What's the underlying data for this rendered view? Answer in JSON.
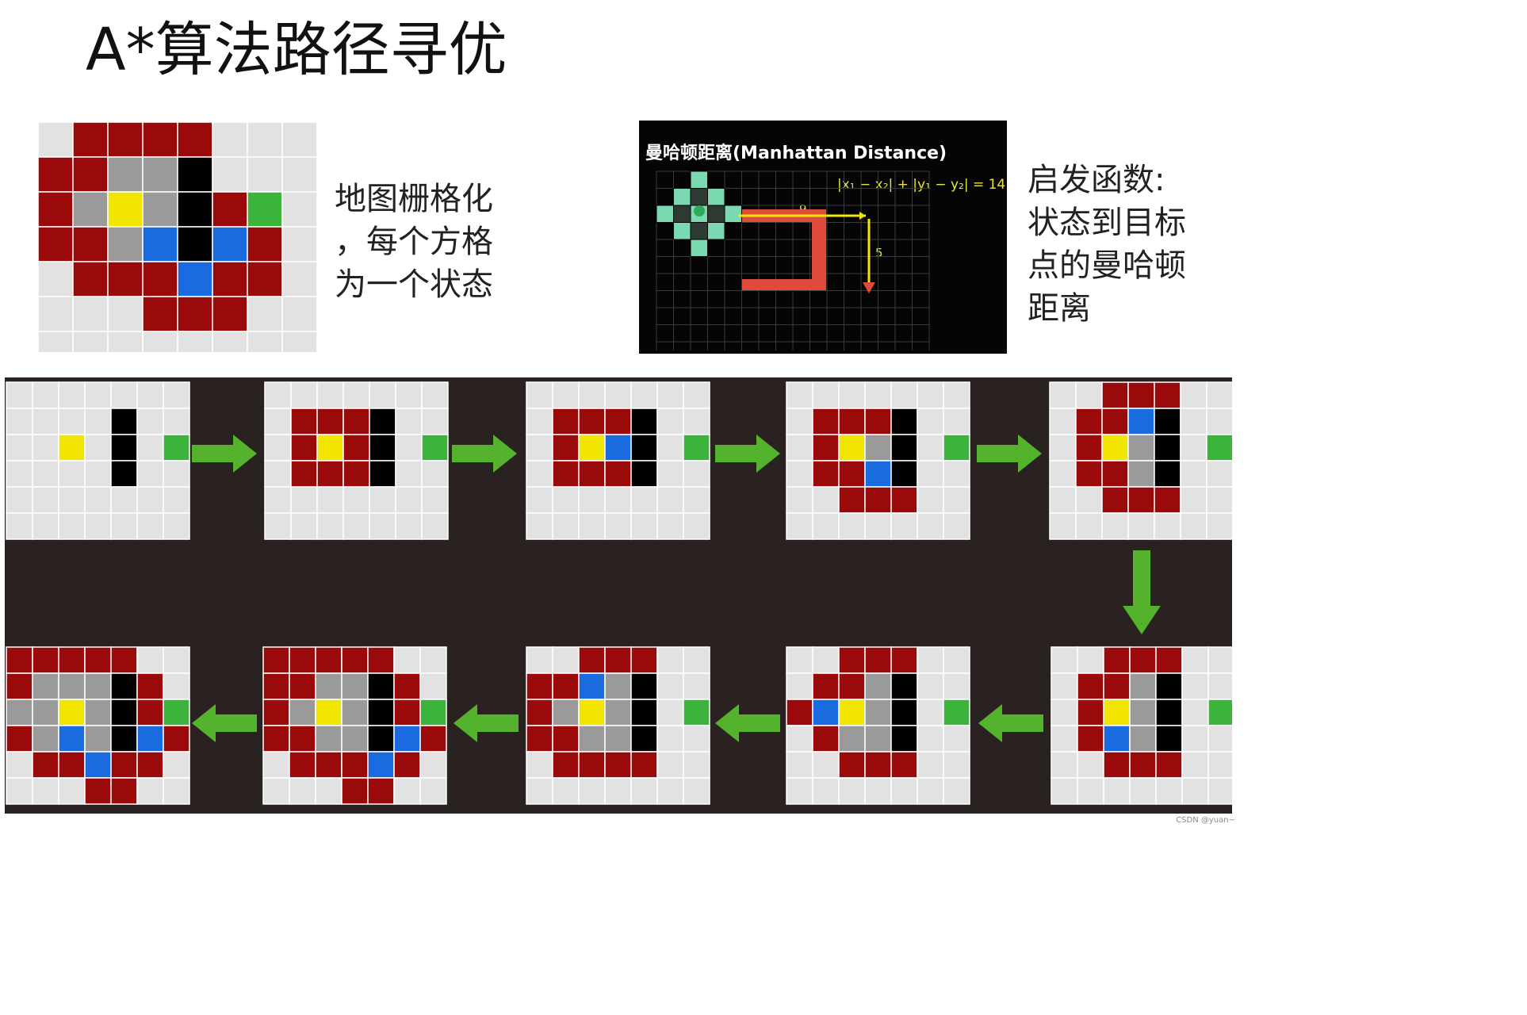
{
  "title": "A*算法路径寻优",
  "left_caption": "地图栅格化\n，每个方格\n为一个状态",
  "right_caption": "启发函数:\n状态到目标\n点的曼哈顿\n距离",
  "manhattan": {
    "title": "曼哈顿距离(Manhattan Distance)",
    "formula": "|x₁ − x₂| + |y₁ − y₂| = 14",
    "horizontal_distance": "9",
    "vertical_distance": "5"
  },
  "watermark": "CSDN @yuan~",
  "colors": {
    "open": "#9a0a0a",
    "closed": "#9a9a9a",
    "start": "#f2e600",
    "goal": "#3cb43c",
    "current": "#1a6ae0",
    "wall": "#000000",
    "empty": "#e2e2e2",
    "arrow": "#55b22d"
  },
  "legend_codes": "E=empty R=open-list G=closed-list Y=start B=current K=wall T=goal",
  "top_grid": [
    "ERRRREEE",
    "RRGGKEEE",
    "RGYGKRTE",
    "RRGBKBRE",
    "ERRRBRRE",
    "EEERRREE",
    "EEEEEEEE"
  ],
  "steps": [
    [
      "EEEEEEE",
      "EEEEKEE",
      "EEYEKET",
      "EEEEKEE",
      "EEEEEEE",
      "EEEEEEE"
    ],
    [
      "EEEEEEE",
      "ERRRKEE",
      "ERYRKET",
      "ERRRKEE",
      "EEEEEEE",
      "EEEEEEE"
    ],
    [
      "EEEEEEE",
      "ERRRKEE",
      "ERYBKET",
      "ERRRKEE",
      "EEEEEEE",
      "EEEEEEE"
    ],
    [
      "EEEEEEE",
      "ERRRKEE",
      "ERYGKET",
      "ERRBKEE",
      "EERRREE",
      "EEEEEEE"
    ],
    [
      "EERRREE",
      "ERRBKEE",
      "ERYGKET",
      "ERRGKEE",
      "EERRREE",
      "EEEEEEE"
    ],
    [
      "EERRREE",
      "ERRGKEE",
      "ERYGKET",
      "ERBGKEE",
      "EERRREE",
      "EEEEEEE"
    ],
    [
      "EERRREE",
      "ERRGKEE",
      "RBYGKET",
      "ERGGKEE",
      "EERRREE",
      "EEEEEEE"
    ],
    [
      "EERRREE",
      "RRBGKEE",
      "RGYGKET",
      "RRGGKEE",
      "ERRRREE",
      "EEEEEEE"
    ],
    [
      "RRRRREE",
      "RRGGKRE",
      "RGYGKRT",
      "RRGGKBR",
      "ERRRBRE",
      "EEERREE"
    ],
    [
      "RRRRREE",
      "RGGGKRE",
      "GGYGKRT",
      "RGBGKBR",
      "ERRBRRE",
      "EEERREE"
    ]
  ]
}
